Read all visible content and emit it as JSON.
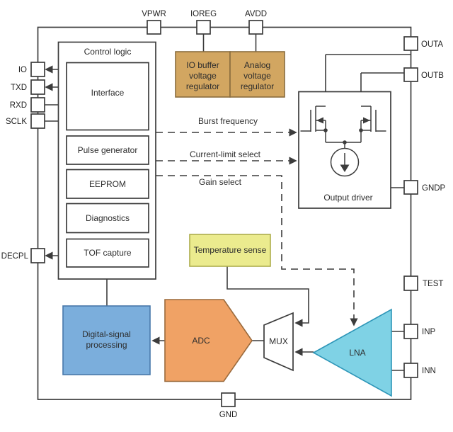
{
  "pins": {
    "vpwr": "VPWR",
    "ioreg": "IOREG",
    "avdd": "AVDD",
    "io": "IO",
    "txd": "TXD",
    "rxd": "RXD",
    "sclk": "SCLK",
    "decpl": "DECPL",
    "outa": "OUTA",
    "outb": "OUTB",
    "gndp": "GNDP",
    "test": "TEST",
    "inp": "INP",
    "inn": "INN",
    "gnd": "GND"
  },
  "blocks": {
    "control_logic": "Control logic",
    "interface": "Interface",
    "pulse_generator": "Pulse generator",
    "eeprom": "EEPROM",
    "diagnostics": "Diagnostics",
    "tof_capture": "TOF capture",
    "io_buffer_regulator": {
      "lines": [
        "IO buffer",
        "voltage",
        "regulator"
      ]
    },
    "analog_regulator": {
      "lines": [
        "Analog",
        "voltage",
        "regulator"
      ]
    },
    "output_driver": "Output driver",
    "temperature_sense": "Temperature sense",
    "dsp": {
      "lines": [
        "Digital-signal",
        "processing"
      ]
    },
    "adc": "ADC",
    "mux": "MUX",
    "lna": "LNA"
  },
  "signals": {
    "burst_frequency": "Burst frequency",
    "current_limit_select": "Current-limit select",
    "gain_select": "Gain select"
  },
  "colors": {
    "line": "#3c3c3c",
    "regulator_fill": "#d2a661",
    "regulator_border": "#8a6d3e",
    "temp_fill": "#ebeb8e",
    "temp_border": "#adad4d",
    "dsp_fill": "#7baedc",
    "dsp_border": "#4878aa",
    "adc_fill": "#f0a265",
    "adc_border": "#9a6a3c",
    "lna_fill": "#7fd2e5",
    "lna_border": "#2e96b8"
  }
}
